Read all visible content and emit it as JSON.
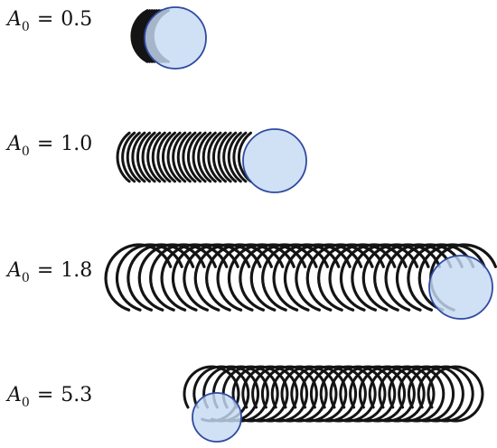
{
  "figure": {
    "rows": [
      {
        "symbol": "A",
        "subscript": "0",
        "relation": "=",
        "value": "0.5"
      },
      {
        "symbol": "A",
        "subscript": "0",
        "relation": "=",
        "value": "1.0"
      },
      {
        "symbol": "A",
        "subscript": "0",
        "relation": "=",
        "value": "1.8"
      },
      {
        "symbol": "A",
        "subscript": "0",
        "relation": "=",
        "value": "5.3"
      }
    ],
    "colors": {
      "trail": "#141414",
      "body_fill": "#c6daf4",
      "body_stroke": "#2f4aa0"
    }
  }
}
